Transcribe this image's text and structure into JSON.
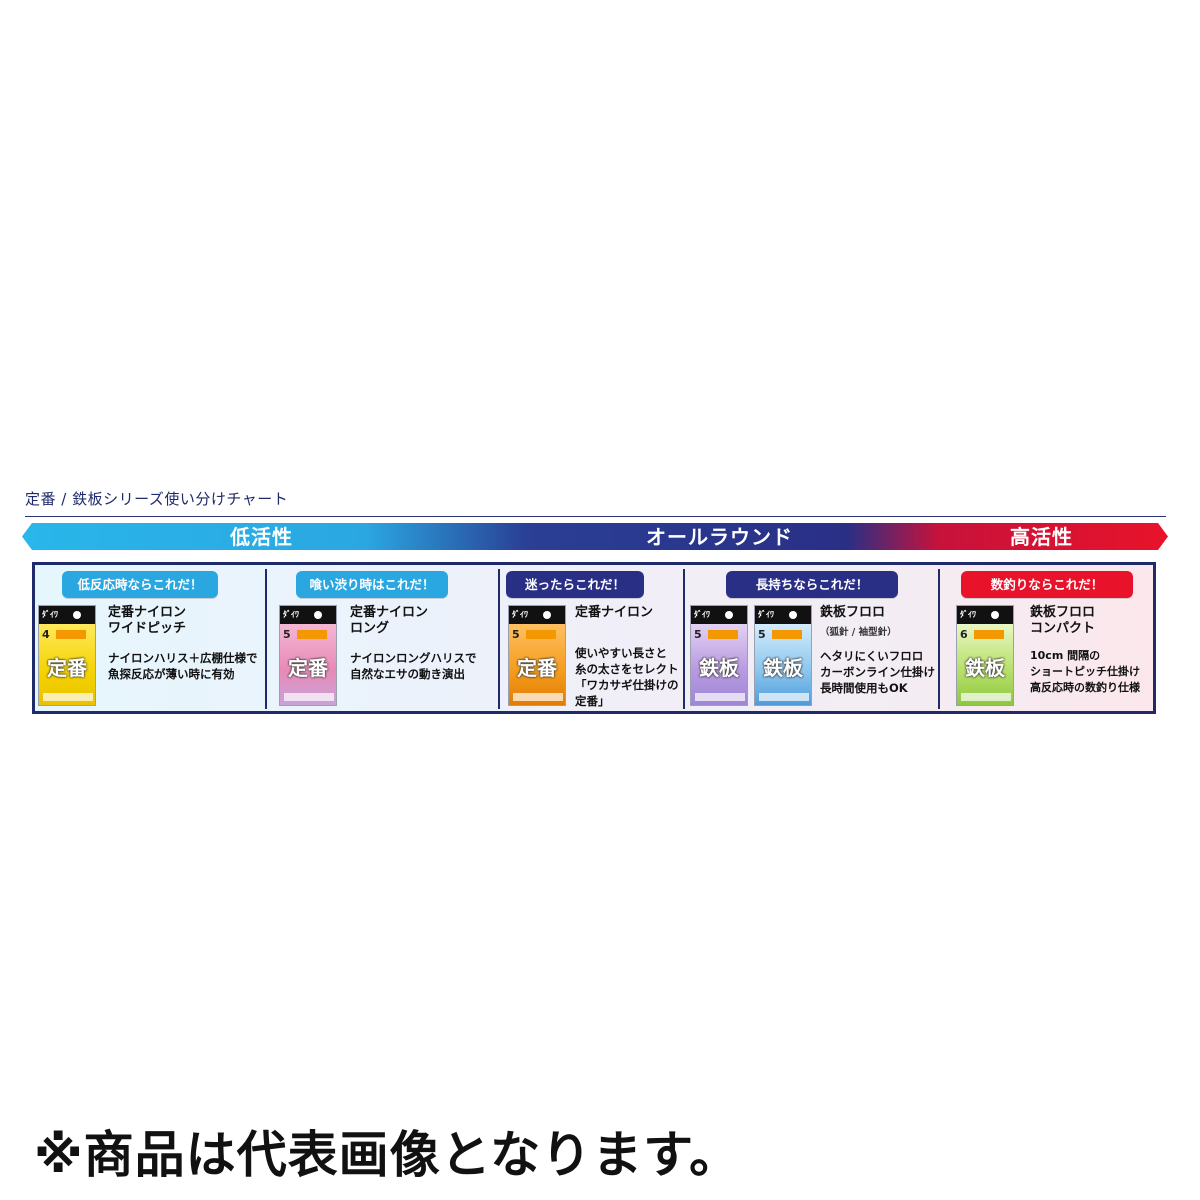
{
  "chart_title": "定番 / 鉄板シリーズ使い分けチャート",
  "activity_scale": {
    "low": "低活性",
    "mid": "オールラウンド",
    "high": "高活性",
    "colors": {
      "low": "#2aa7e1",
      "mid": "#2a2f86",
      "high": "#e8132a"
    }
  },
  "sections": [
    {
      "badge": "低反応時ならこれだ！",
      "name_lines": [
        "定番ナイロン",
        "ワイドピッチ"
      ],
      "sub": "",
      "desc_lines": [
        "ナイロンハリス＋広棚仕様で",
        "魚探反応が薄い時に有効"
      ],
      "packs": [
        {
          "brand": "ﾀﾞｲﾜ",
          "size": "4",
          "mark": "定番",
          "theme": "yellow"
        }
      ]
    },
    {
      "badge": "喰い渋り時はこれだ！",
      "name_lines": [
        "定番ナイロン",
        "ロング"
      ],
      "sub": "",
      "desc_lines": [
        "ナイロンロングハリスで",
        "自然なエサの動き演出"
      ],
      "packs": [
        {
          "brand": "ﾀﾞｲﾜ",
          "size": "5",
          "mark": "定番",
          "theme": "pink"
        }
      ]
    },
    {
      "badge": "迷ったらこれだ！",
      "name_lines": [
        "定番ナイロン"
      ],
      "sub": "",
      "desc_lines": [
        "使いやすい長さと",
        "糸の太さをセレクト",
        "「ワカサギ仕掛けの",
        "定番」"
      ],
      "packs": [
        {
          "brand": "ﾀﾞｲﾜ",
          "size": "5",
          "mark": "定番",
          "theme": "orange"
        }
      ]
    },
    {
      "badge": "長持ちならこれだ！",
      "name_lines": [
        "鉄板フロロ"
      ],
      "sub": "（狐針 / 袖型針）",
      "desc_lines": [
        "ヘタリにくいフロロ",
        "カーボンライン仕掛け",
        "長時間使用もOK"
      ],
      "packs": [
        {
          "brand": "ﾀﾞｲﾜ",
          "size": "5",
          "mark": "鉄板",
          "theme": "violet"
        },
        {
          "brand": "ﾀﾞｲﾜ",
          "size": "5",
          "mark": "鉄板",
          "theme": "blue"
        }
      ]
    },
    {
      "badge": "数釣りならこれだ！",
      "name_lines": [
        "鉄板フロロ",
        "コンパクト"
      ],
      "sub": "",
      "desc_lines": [
        "10cm 間隔の",
        "ショートピッチ仕掛け",
        "高反応時の数釣り仕様"
      ],
      "packs": [
        {
          "brand": "ﾀﾞｲﾜ",
          "size": "6",
          "mark": "鉄板",
          "theme": "green"
        }
      ]
    }
  ],
  "notice": "※商品は代表画像となります。"
}
